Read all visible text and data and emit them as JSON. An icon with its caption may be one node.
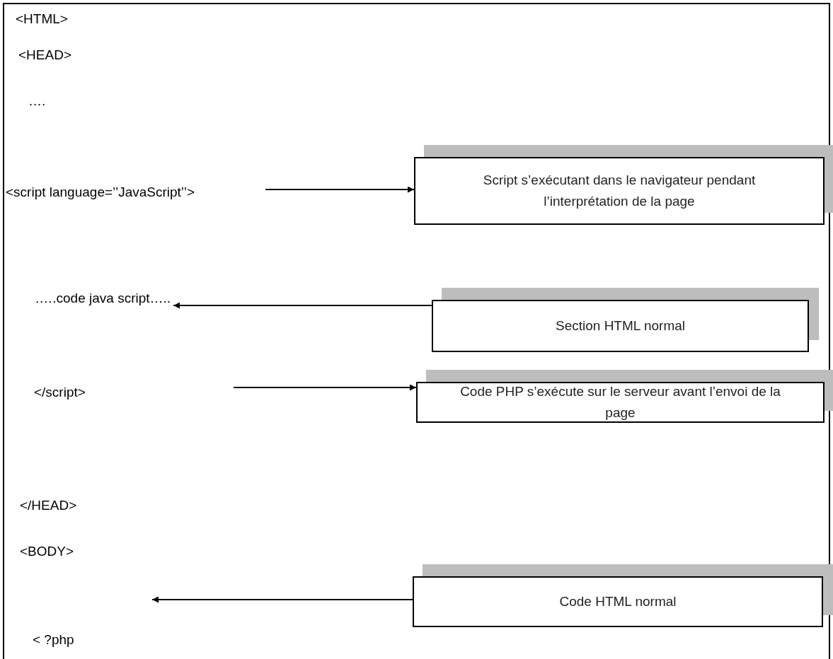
{
  "diagram": {
    "nodes": [
      {
        "text": [
          "Script s’exécutant dans le navigateur pendant l’interprétation de la page"
        ]
      },
      {
        "text": [
          ".….code java script….."
        ]
      },
      {
        "text": [
          "Section HTML normal"
        ]
      },
      {
        "text": [
          "Code PHP s’exécute sur le serveur avant l’envoi de la page"
        ]
      },
      {
        "text": [
          "Code HTML normal"
        ]
      }
    ],
    "edges": [
      {
        "from": null,
        "to": 0,
        "arrow": "to"
      },
      {
        "from": 2,
        "to": 1,
        "arrow": "to"
      },
      {
        "from": null,
        "to": 3,
        "arrow": "to"
      },
      {
        "from": 4,
        "to": null,
        "arrow": "to"
      }
    ],
    "labels": [
      "<HTML>",
      "<HEAD>",
      "….",
      "<script language=’’JavaScript’’>",
      "</script>",
      "</HEAD>",
      "<BODY>",
      "< ?php"
    ]
  }
}
